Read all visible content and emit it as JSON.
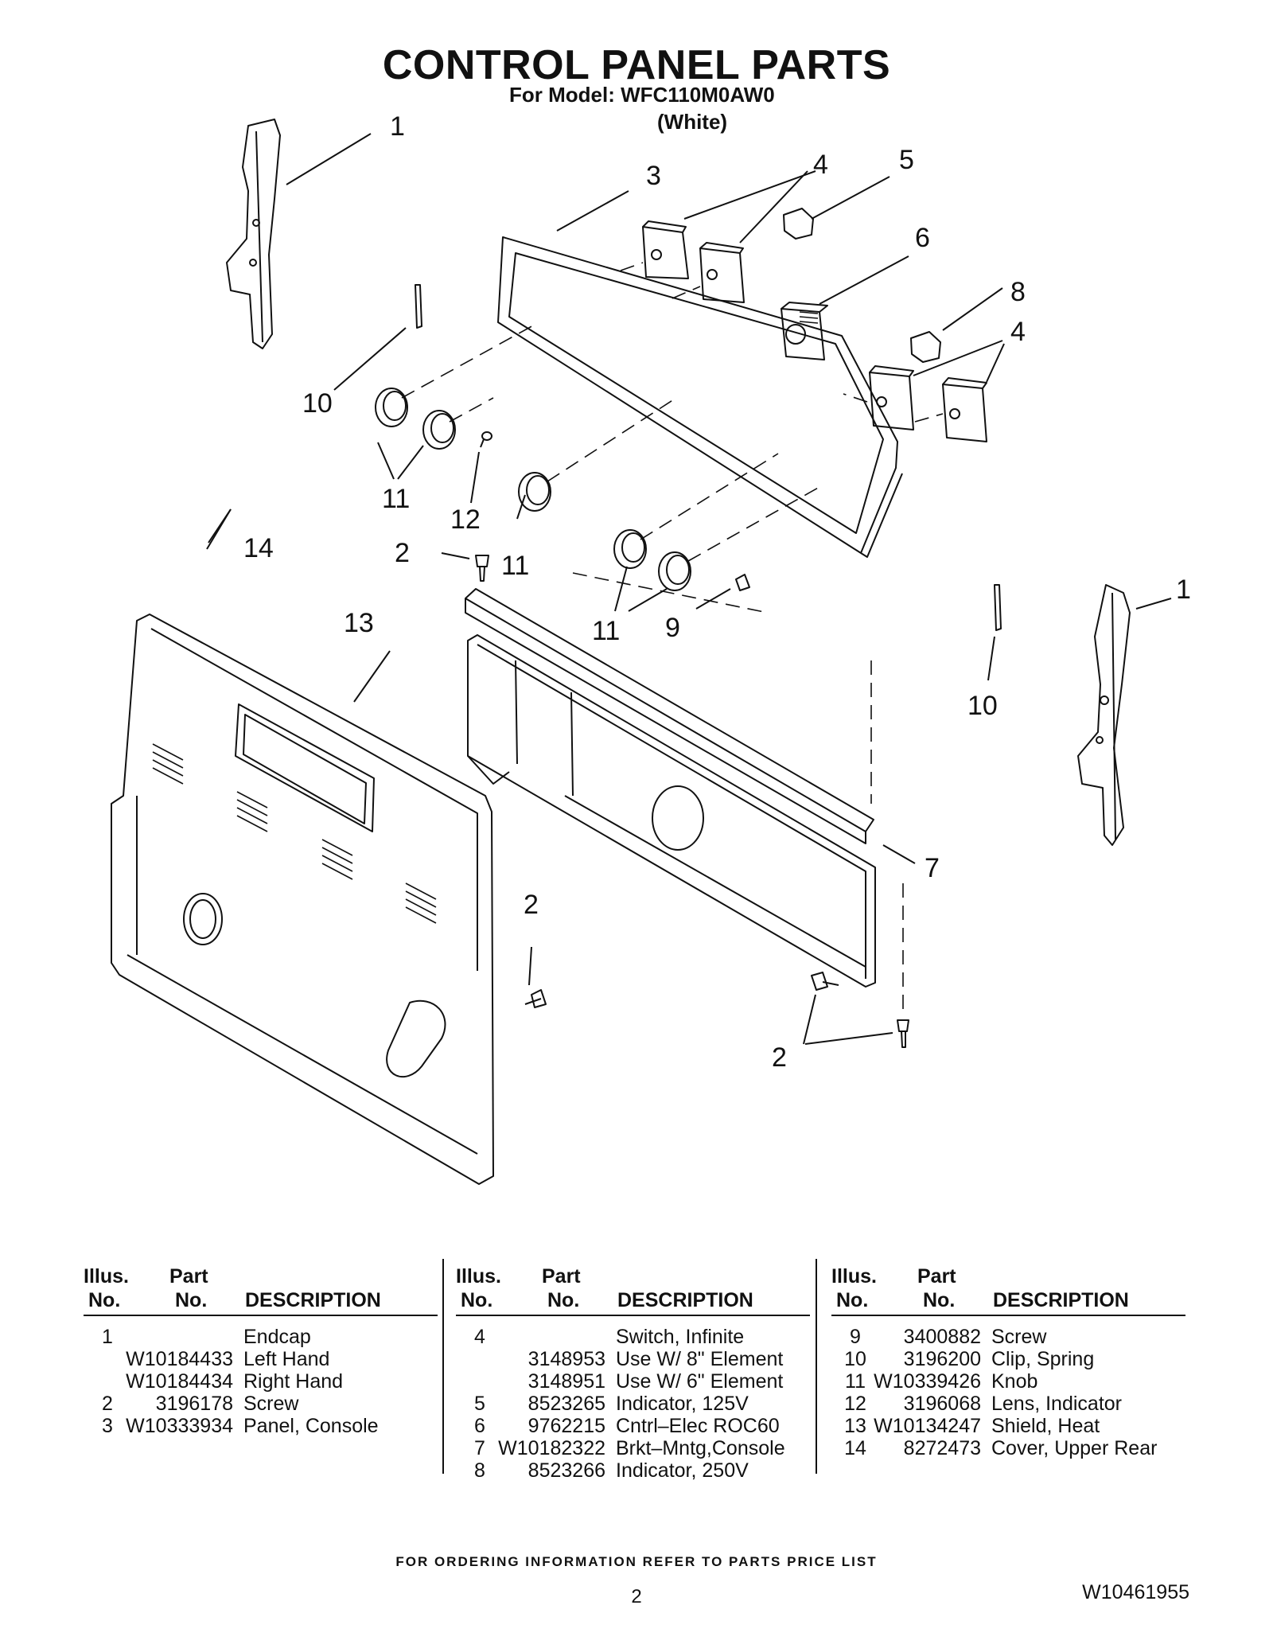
{
  "header": {
    "title": "CONTROL PANEL PARTS",
    "model": "For Model: WFC110M0AW0",
    "color": "(White)"
  },
  "callouts": [
    "1",
    "2",
    "3",
    "4",
    "5",
    "6",
    "7",
    "8",
    "9",
    "10",
    "11",
    "12",
    "13",
    "14"
  ],
  "table": {
    "col_illus_1": "Illus.",
    "col_illus_2": "No.",
    "col_part_1": "Part",
    "col_part_2": "No.",
    "col_desc": "DESCRIPTION",
    "groups": [
      {
        "rows": [
          {
            "illus": "1",
            "part": "",
            "desc": "Endcap"
          },
          {
            "illus": "",
            "part": "W10184433",
            "desc": "Left Hand"
          },
          {
            "illus": "",
            "part": "W10184434",
            "desc": "Right Hand"
          },
          {
            "illus": "2",
            "part": "3196178",
            "desc": "Screw"
          },
          {
            "illus": "3",
            "part": "W10333934",
            "desc": "Panel, Console"
          }
        ]
      },
      {
        "rows": [
          {
            "illus": "4",
            "part": "",
            "desc": "Switch, Infinite"
          },
          {
            "illus": "",
            "part": "3148953",
            "desc": "Use W/ 8\" Element"
          },
          {
            "illus": "",
            "part": "3148951",
            "desc": "Use W/ 6\" Element"
          },
          {
            "illus": "5",
            "part": "8523265",
            "desc": "Indicator, 125V"
          },
          {
            "illus": "6",
            "part": "9762215",
            "desc": "Cntrl–Elec ROC60"
          },
          {
            "illus": "7",
            "part": "W10182322",
            "desc": "Brkt–Mntg,Console"
          },
          {
            "illus": "8",
            "part": "8523266",
            "desc": "Indicator, 250V"
          }
        ]
      },
      {
        "rows": [
          {
            "illus": "9",
            "part": "3400882",
            "desc": "Screw"
          },
          {
            "illus": "10",
            "part": "3196200",
            "desc": "Clip, Spring"
          },
          {
            "illus": "11",
            "part": "W10339426",
            "desc": "Knob"
          },
          {
            "illus": "12",
            "part": "3196068",
            "desc": "Lens, Indicator"
          },
          {
            "illus": "13",
            "part": "W10134247",
            "desc": "Shield, Heat"
          },
          {
            "illus": "14",
            "part": "8272473",
            "desc": "Cover, Upper Rear"
          }
        ]
      }
    ]
  },
  "footer": {
    "ordering": "FOR ORDERING INFORMATION REFER TO PARTS PRICE LIST",
    "page": "2",
    "doc_number": "W10461955"
  }
}
